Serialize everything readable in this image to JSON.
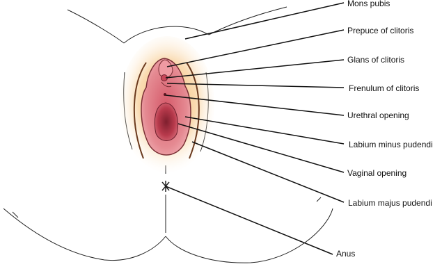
{
  "diagram": {
    "labels": [
      "Mons pubis",
      "Prepuce of clitoris",
      "Glans of clitoris",
      "Frenulum of clitoris",
      "Urethral opening",
      "Labium minus pudendi",
      "Vaginal opening",
      "Labium majus pudendi",
      "Anus"
    ]
  }
}
